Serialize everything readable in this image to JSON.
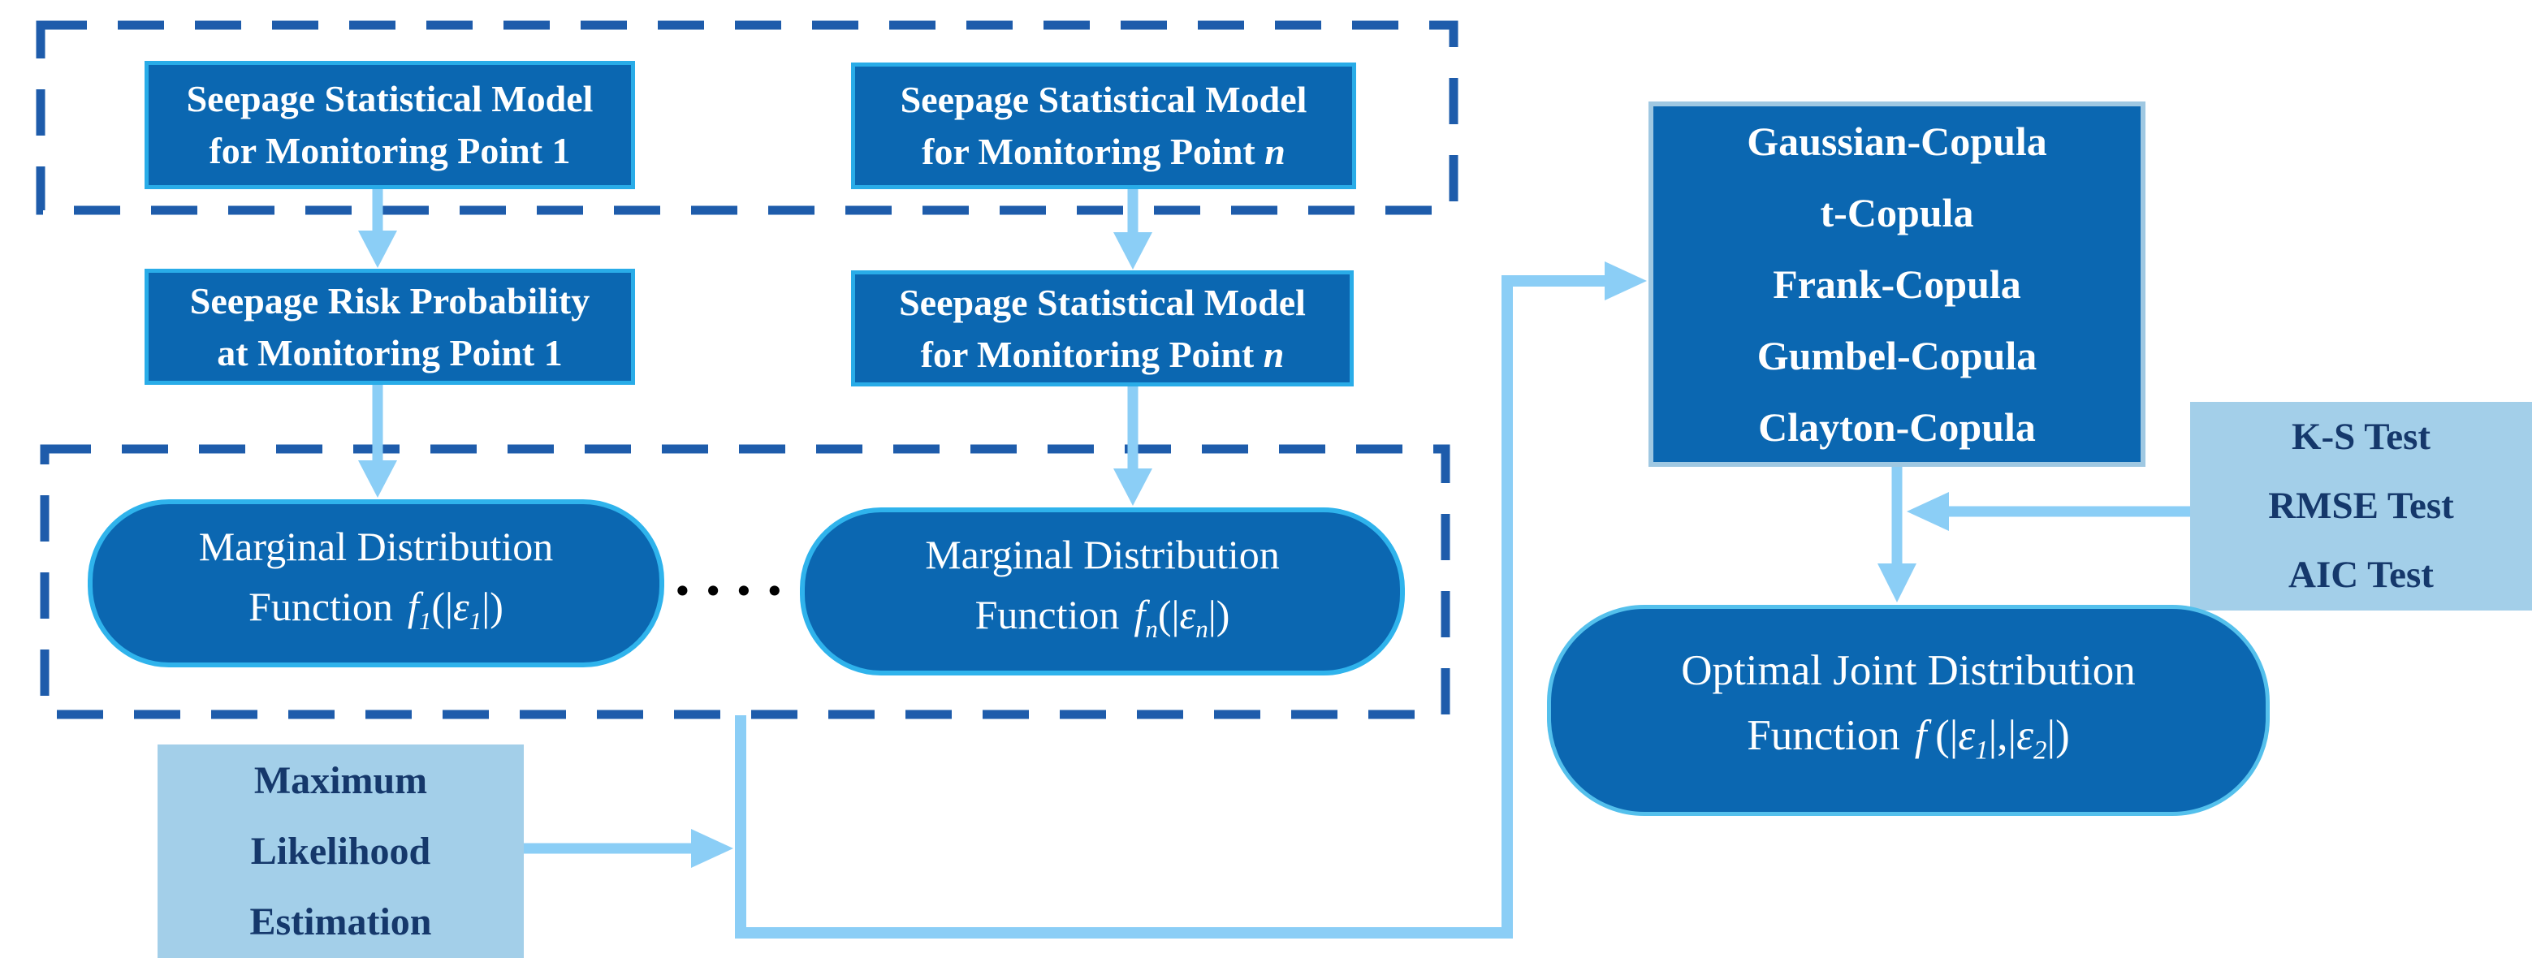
{
  "colors": {
    "box_fill": "#0b67b1",
    "box_border": "#29ace8",
    "pill_border": "#2fb3ec",
    "copula_border": "#9fc8e2",
    "optimal_border": "#54c0ec",
    "light_fill": "#a3cfe9",
    "light_text": "#15386b",
    "dash": "#1e5cab",
    "arrow": "#8bcef6",
    "text_white": "#ffffff",
    "dots": "#000000"
  },
  "nodes": {
    "model_point_1": {
      "line1": "Seepage Statistical Model",
      "line2_prefix": "for Monitoring Point",
      "line2_suffix": "1"
    },
    "model_point_n_top": {
      "line1": "Seepage Statistical Model",
      "line2_prefix": "for Monitoring Point",
      "line2_suffix": "n"
    },
    "risk_point_1": {
      "line1": "Seepage Risk Probability",
      "line2_prefix": "at Monitoring Point",
      "line2_suffix": "1"
    },
    "model_point_n_mid": {
      "line1": "Seepage Statistical Model",
      "line2_prefix": "for Monitoring Point",
      "line2_suffix": "n"
    },
    "marginal_1": {
      "line1": "Marginal Distribution",
      "line2_label": "Function",
      "math": {
        "f": "f",
        "f_sub": "1",
        "open": "(|",
        "eps": "ε",
        "eps_sub": "1",
        "close": "|)"
      }
    },
    "marginal_n": {
      "line1": "Marginal Distribution",
      "line2_label": "Function",
      "math": {
        "f": "f",
        "f_sub": "n",
        "open": "(|",
        "eps": "ε",
        "eps_sub": "n",
        "close": "|)"
      }
    },
    "ellipsis": "••••••",
    "copula": {
      "lines": [
        "Gaussian-Copula",
        "t-Copula",
        "Frank-Copula",
        "Gumbel-Copula",
        "Clayton-Copula"
      ]
    },
    "tests": {
      "lines": [
        "K-S Test",
        "RMSE Test",
        "AIC Test"
      ]
    },
    "mle": {
      "lines": [
        "Maximum",
        "Likelihood",
        "Estimation"
      ]
    },
    "optimal": {
      "line1": "Optimal Joint Distribution",
      "line2_label": "Function",
      "math": {
        "f": "f",
        "open": "(|",
        "eps1": "ε",
        "sub1": "1",
        "mid": "|,|",
        "eps2": "ε",
        "sub2": "2",
        "close": "|)"
      }
    }
  }
}
